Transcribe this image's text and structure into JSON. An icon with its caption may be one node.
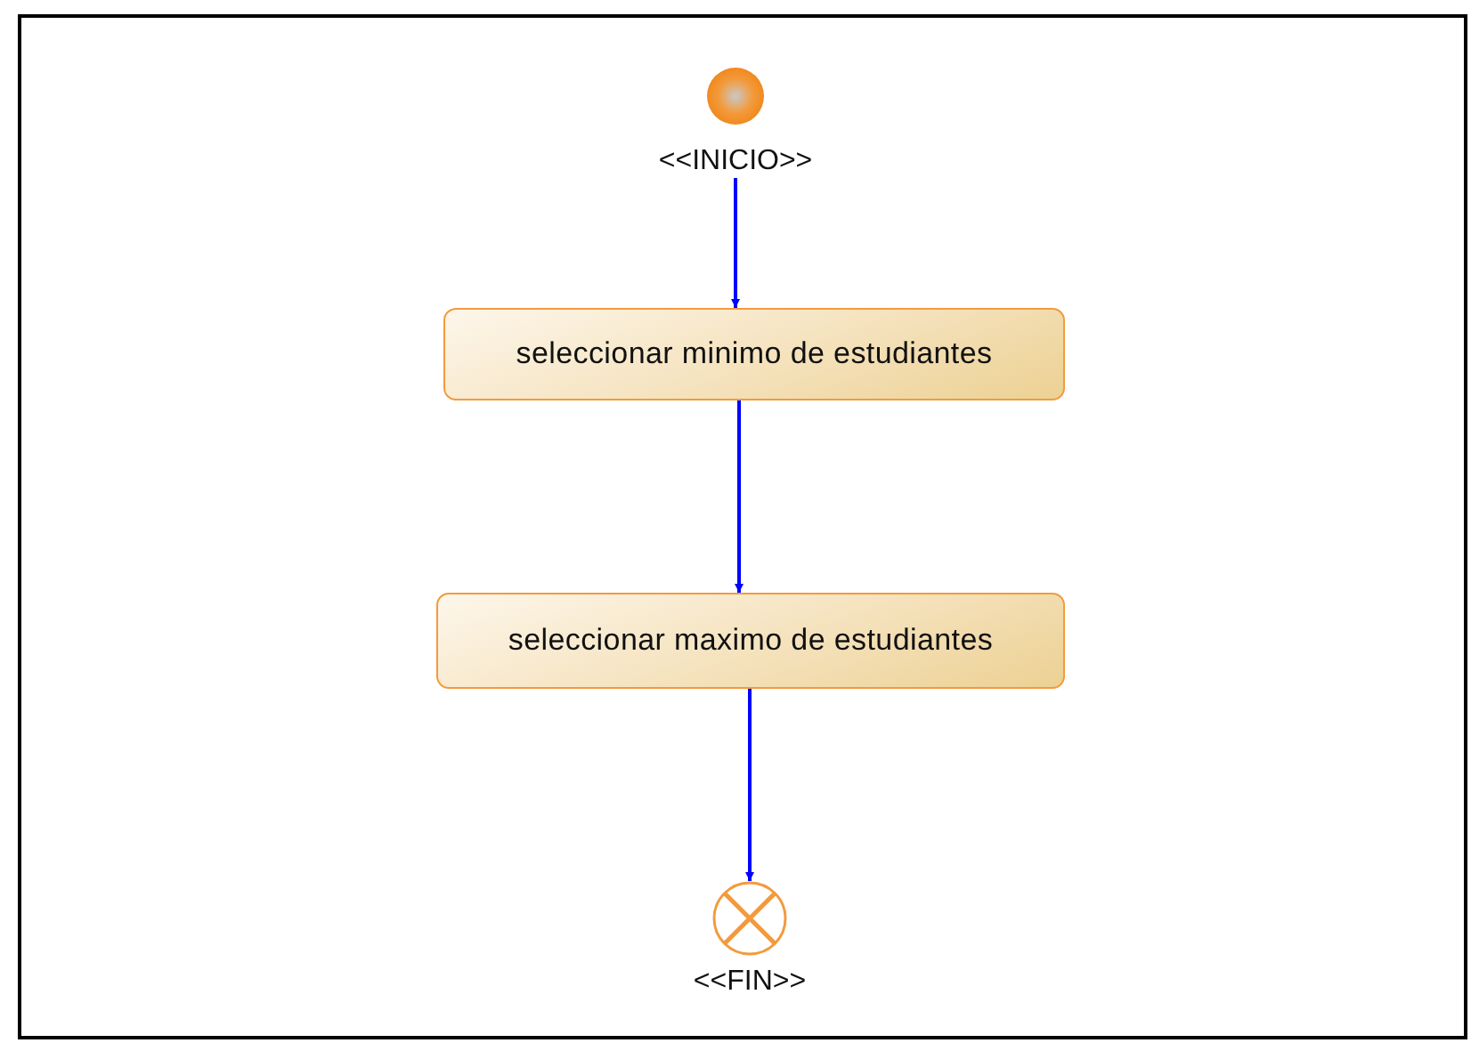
{
  "diagram": {
    "nodes": [
      {
        "text": [
          "<<INICIO>>"
        ]
      },
      {
        "text": [
          "seleccionar minimo de estudiantes"
        ]
      },
      {
        "text": [
          "seleccionar maximo de estudiantes"
        ]
      },
      {
        "text": [
          "<<FIN>>"
        ]
      }
    ],
    "edges": [
      {
        "from": 0,
        "to": 1,
        "arrow": "to"
      },
      {
        "from": 1,
        "to": 2,
        "arrow": "to"
      },
      {
        "from": 2,
        "to": 3,
        "arrow": "to"
      }
    ]
  }
}
